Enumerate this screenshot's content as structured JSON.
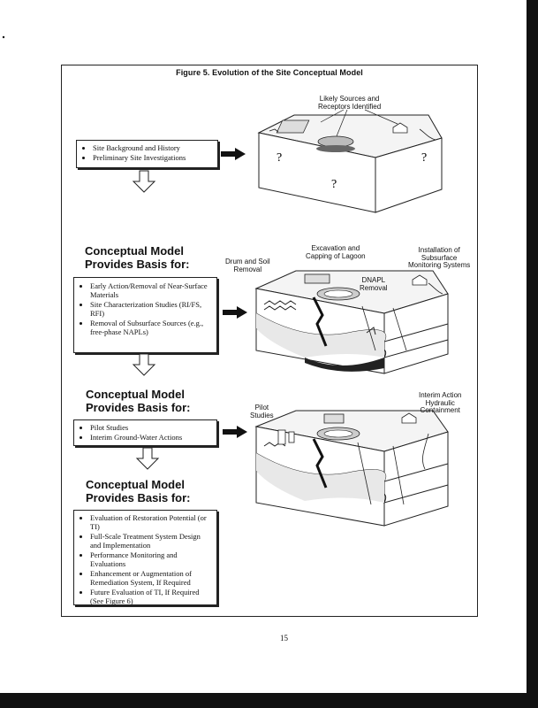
{
  "figure": {
    "title": "Figure 5. Evolution of the Site Conceptual Model"
  },
  "stage1": {
    "items": [
      "Site Background and History",
      "Preliminary Site Investigations"
    ],
    "callout": "Likely Sources and\nReceptors Identified",
    "unknown_mark": "?"
  },
  "stage2": {
    "heading": "Conceptual Model\nProvides Basis for:",
    "items": [
      "Early Action/Removal of Near-Surface Materials",
      "Site Characterization Studies (RI/FS, RFI)",
      "Removal of Subsurface Sources (e.g., free-phase NAPLs)"
    ],
    "callouts": {
      "drum": "Drum and Soil\nRemoval",
      "lagoon": "Excavation and\nCapping of Lagoon",
      "dnapl": "DNAPL\nRemoval",
      "monitoring": "Installation of\nSubsurface\nMonitoring Systems"
    }
  },
  "stage3": {
    "heading": "Conceptual Model\nProvides Basis for:",
    "items": [
      "Pilot Studies",
      "Interim Ground-Water Actions"
    ],
    "callouts": {
      "pilot": "Pilot\nStudies",
      "interim": "Interim Action\nHydraulic\nContainment"
    }
  },
  "stage4": {
    "heading": "Conceptual Model\nProvides Basis for:",
    "items": [
      "Evaluation of Restoration Potential (or TI)",
      "Full-Scale Treatment System Design and Implementation",
      "Performance Monitoring and Evaluations",
      "Enhancement or Augmentation of Remediation System, If Required",
      "Future Evaluation of TI, If Required (See Figure 6)"
    ]
  },
  "page_number": "15"
}
